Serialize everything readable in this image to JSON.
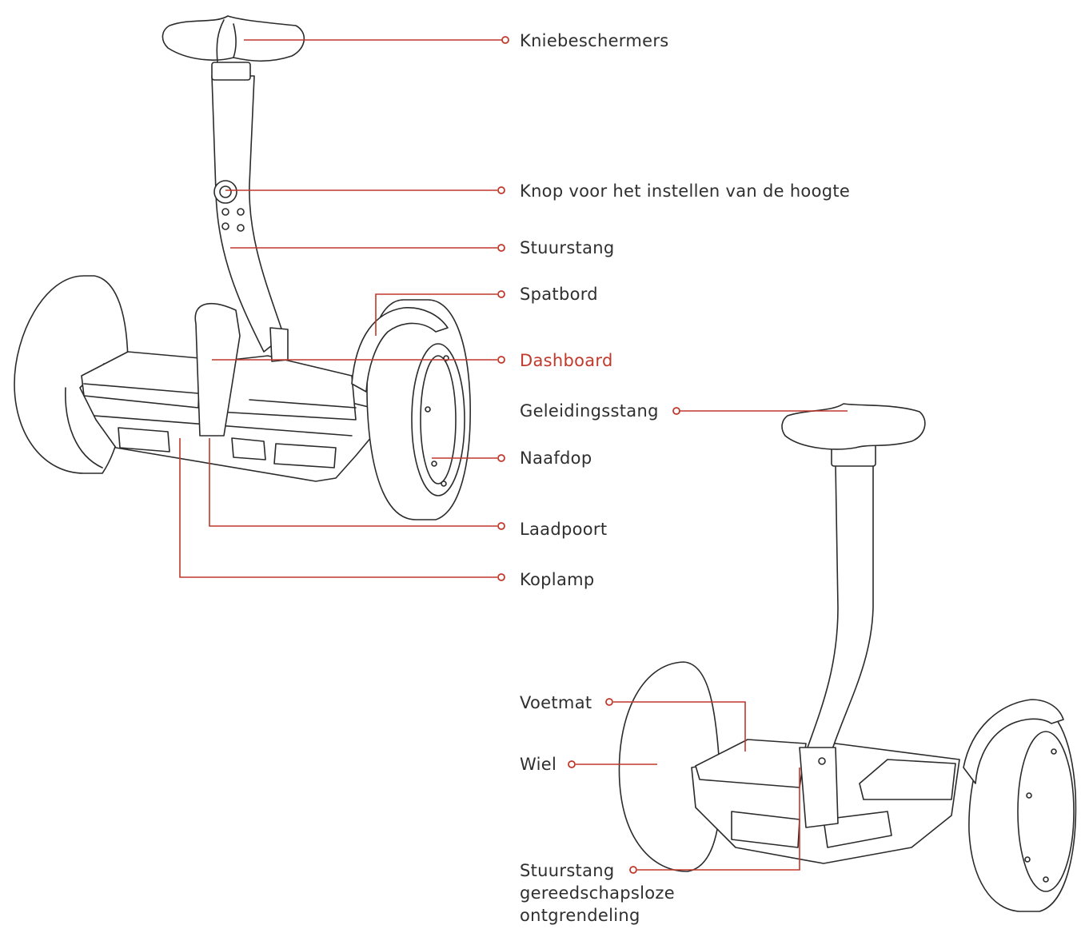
{
  "labels": {
    "kniebeschermers": "Kniebeschermers",
    "hoogte_knop": "Knop voor het instellen van de hoogte",
    "stuurstang": "Stuurstang",
    "spatbord": "Spatbord",
    "dashboard": "Dashboard",
    "geleidingsstang": "Geleidingsstang",
    "naafdop": "Naafdop",
    "laadpoort": "Laadpoort",
    "koplamp": "Koplamp",
    "voetmat": "Voetmat",
    "wiel": "Wiel",
    "stuurstang_release_line1": "Stuurstang",
    "stuurstang_release_line2": "gereedschapsloze",
    "stuurstang_release_line3": "ontgrendeling"
  },
  "colors": {
    "leader": "#c0392b",
    "highlight_label": "#c0392b",
    "label": "#2f2f2f",
    "outline": "#2b2b2b"
  },
  "highlighted": "dashboard"
}
